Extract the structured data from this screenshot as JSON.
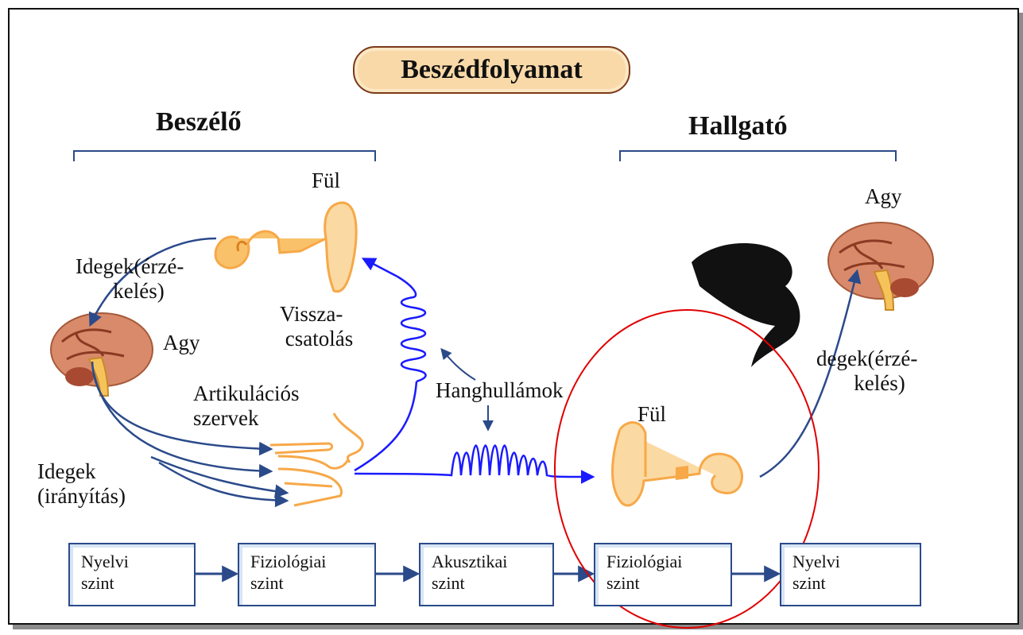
{
  "title": "Beszédfolyamat",
  "speaker": {
    "heading": "Beszélő",
    "ear_label": "Fül",
    "nerves_sensing": "Idegek(érzé-\n       kelés)",
    "brain_label": "Agy",
    "feedback": "Vissza-\n csatolás",
    "articulators": "Artikulációs\nszervek",
    "nerves_control": "Idegek\n(irányítás)"
  },
  "sound_waves": "Hanghullámok",
  "listener": {
    "heading": "Hallgató",
    "brain_label": "Agy",
    "ear_label": "Fül",
    "nerves_sensing": "degek(érzé-\n       kelés)"
  },
  "levels": [
    {
      "label": "Nyelvi\nszint"
    },
    {
      "label": "Fiziológiai\nszint"
    },
    {
      "label": "Akusztikai\nszint"
    },
    {
      "label": "Fiziológiai\nszint"
    },
    {
      "label": "Nyelvi\nszint"
    }
  ],
  "colors": {
    "arrow": "#2b4a8a",
    "wave": "#1a1aff",
    "organ": "#f7a848",
    "brain": "#c86a4a",
    "highlight": "#e00000"
  }
}
